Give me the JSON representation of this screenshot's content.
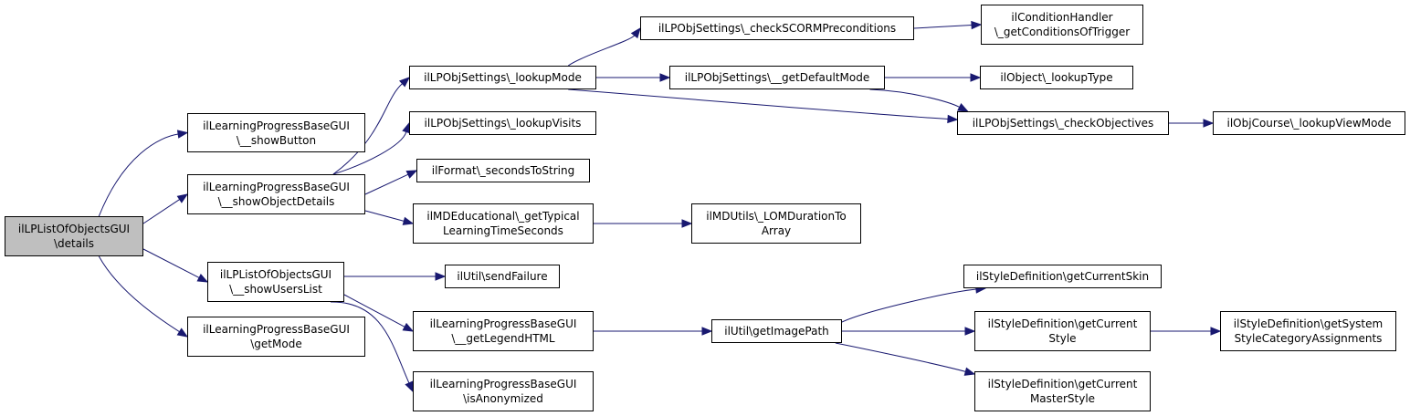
{
  "colors": {
    "edge": "#191970",
    "root_fill": "#bfbfbf",
    "node_fill": "#ffffff",
    "border": "#000000"
  },
  "nodes": [
    {
      "id": "n0",
      "lines": [
        "ilLPListOfObjectsGUI",
        "\\details"
      ]
    },
    {
      "id": "n1",
      "lines": [
        "ilLearningProgressBaseGUI",
        "\\__showButton"
      ]
    },
    {
      "id": "n2",
      "lines": [
        "ilLearningProgressBaseGUI",
        "\\__showObjectDetails"
      ]
    },
    {
      "id": "n3",
      "lines": [
        "ilLPListOfObjectsGUI",
        "\\__showUsersList"
      ]
    },
    {
      "id": "n4",
      "lines": [
        "ilLearningProgressBaseGUI",
        "\\getMode"
      ]
    },
    {
      "id": "n5",
      "lines": [
        "ilLPObjSettings\\_lookupMode"
      ]
    },
    {
      "id": "n6",
      "lines": [
        "ilLPObjSettings\\_lookupVisits"
      ]
    },
    {
      "id": "n7",
      "lines": [
        "ilFormat\\_secondsToString"
      ]
    },
    {
      "id": "n8",
      "lines": [
        "ilMDEducational\\_getTypical",
        "LearningTimeSeconds"
      ]
    },
    {
      "id": "n9",
      "lines": [
        "ilUtil\\sendFailure"
      ]
    },
    {
      "id": "n10",
      "lines": [
        "ilLearningProgressBaseGUI",
        "\\__getLegendHTML"
      ]
    },
    {
      "id": "n11",
      "lines": [
        "ilLearningProgressBaseGUI",
        "\\isAnonymized"
      ]
    },
    {
      "id": "n12",
      "lines": [
        "ilLPObjSettings\\_checkSCORMPreconditions"
      ]
    },
    {
      "id": "n13",
      "lines": [
        "ilLPObjSettings\\__getDefaultMode"
      ]
    },
    {
      "id": "n14",
      "lines": [
        "ilLPObjSettings\\_checkObjectives"
      ]
    },
    {
      "id": "n15",
      "lines": [
        "ilMDUtils\\_LOMDurationTo",
        "Array"
      ]
    },
    {
      "id": "n16",
      "lines": [
        "ilUtil\\getImagePath"
      ]
    },
    {
      "id": "n17",
      "lines": [
        "ilConditionHandler",
        "\\_getConditionsOfTrigger"
      ]
    },
    {
      "id": "n18",
      "lines": [
        "ilObject\\_lookupType"
      ]
    },
    {
      "id": "n19",
      "lines": [
        "ilObjCourse\\_lookupViewMode"
      ]
    },
    {
      "id": "n20",
      "lines": [
        "ilStyleDefinition\\getCurrentSkin"
      ]
    },
    {
      "id": "n21",
      "lines": [
        "ilStyleDefinition\\getCurrent",
        "Style"
      ]
    },
    {
      "id": "n22",
      "lines": [
        "ilStyleDefinition\\getCurrent",
        "MasterStyle"
      ]
    },
    {
      "id": "n23",
      "lines": [
        "ilStyleDefinition\\getSystem",
        "StyleCategoryAssignments"
      ]
    }
  ],
  "edges": [
    [
      "n0",
      "n1"
    ],
    [
      "n0",
      "n2"
    ],
    [
      "n0",
      "n3"
    ],
    [
      "n0",
      "n4"
    ],
    [
      "n2",
      "n5"
    ],
    [
      "n2",
      "n6"
    ],
    [
      "n2",
      "n7"
    ],
    [
      "n2",
      "n8"
    ],
    [
      "n3",
      "n9"
    ],
    [
      "n3",
      "n10"
    ],
    [
      "n3",
      "n11"
    ],
    [
      "n5",
      "n12"
    ],
    [
      "n5",
      "n13"
    ],
    [
      "n5",
      "n14"
    ],
    [
      "n8",
      "n15"
    ],
    [
      "n10",
      "n16"
    ],
    [
      "n12",
      "n17"
    ],
    [
      "n13",
      "n18"
    ],
    [
      "n13",
      "n14"
    ],
    [
      "n14",
      "n19"
    ],
    [
      "n16",
      "n20"
    ],
    [
      "n16",
      "n21"
    ],
    [
      "n16",
      "n22"
    ],
    [
      "n21",
      "n23"
    ]
  ]
}
